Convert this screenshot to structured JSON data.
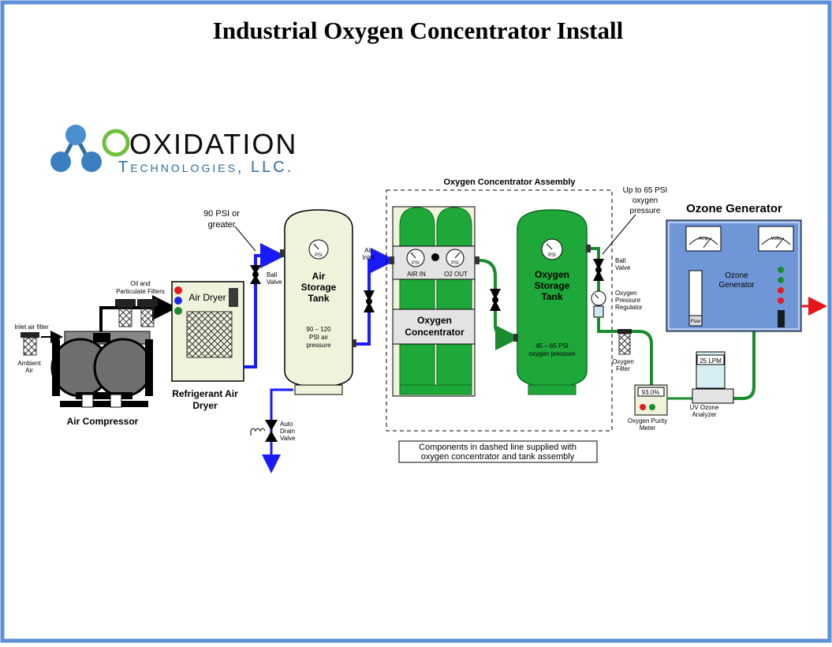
{
  "title": "Industrial Oxygen Concentrator Install",
  "logo": {
    "name": "OXIDATION",
    "sub": "Technologies, LLC.",
    "colors": {
      "primary": "#2d6da3",
      "ring": "#6fbf3b",
      "dots": "#3a7fc0"
    }
  },
  "labels": {
    "inlet_filter": "Inlet air filter",
    "ambient_line1": "Ambient",
    "ambient_line2": "Air",
    "air_compressor": "Air Compressor",
    "oil_line1": "Oil and",
    "oil_line2": "Particulate Filters",
    "air_dryer": "Air Dryer",
    "ref_dryer_line1": "Refrigerant Air",
    "ref_dryer_line2": "Dryer",
    "psi90_line1": "90 PSI or",
    "psi90_line2": "greater",
    "ball_line1": "Ball",
    "ball_line2": "Valve",
    "air_tank_line1": "Air",
    "air_tank_line2": "Storage",
    "air_tank_line3": "Tank",
    "air_press_line1": "90 – 120",
    "air_press_line2": "PSI air",
    "air_press_line3": "pressure",
    "auto_line1": "Auto",
    "auto_line2": "Drain",
    "auto_line3": "Valve",
    "air_inlet_line1": "Air",
    "air_inlet_line2": "Inlet",
    "assembly": "Oxygen Concentrator Assembly",
    "air_in": "AIR IN",
    "o2_out": "O2 OUT",
    "conc_line1": "Oxygen",
    "conc_line2": "Concentrator",
    "note_line1": "Components in dashed line supplied with",
    "note_line2": "oxygen concentrator and tank assembly",
    "o2tank_line1": "Oxygen",
    "o2tank_line2": "Storage",
    "o2tank_line3": "Tank",
    "o2press_line1": "45 – 65 PSI",
    "o2press_line2": "oxygen pressure",
    "upto_line1": "Up to 65 PSI",
    "upto_line2": "oxygen",
    "upto_line3": "pressure",
    "reg_line1": "Oxygen",
    "reg_line2": "Pressure",
    "reg_line3": "Regulator",
    "o2filter_line1": "Oxygen",
    "o2filter_line2": "Filter",
    "purity_value": "93.0%",
    "purity_line1": "Oxygen Purity",
    "purity_line2": "Meter",
    "flow_value": "25 LPM",
    "uv_line1": "UV Ozone",
    "uv_line2": "Analyzer",
    "ozone_heading": "Ozone Generator",
    "ozone_line1": "Ozone",
    "ozone_line2": "Generator",
    "amp": "Amp",
    "volts": "Volts",
    "flow": "Flow",
    "psi": "PSI"
  },
  "colors": {
    "air_line": "#1a1aff",
    "oxygen_line": "#1a8c2e",
    "ozone_arrow": "#e8141a",
    "tank_green": "#1fa83a",
    "tank_cream": "#f0f3dc",
    "frame": "#5b8fd6",
    "ozone_panel": "#6f97d8"
  }
}
